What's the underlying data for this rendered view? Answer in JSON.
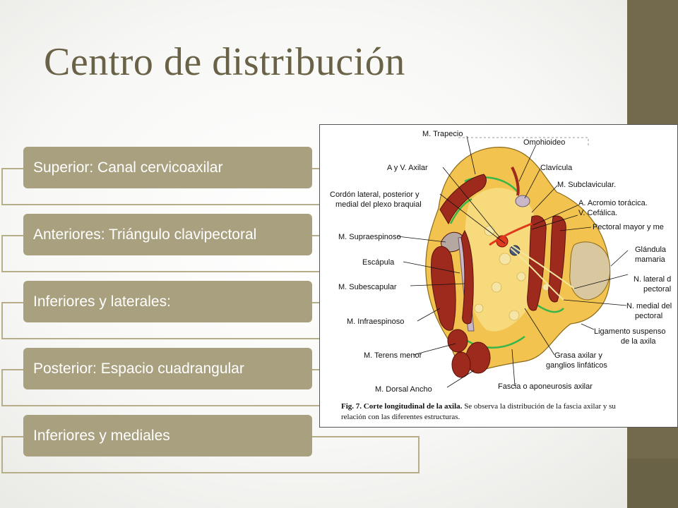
{
  "slide": {
    "title": "Centro de distribución",
    "accent_color": "#6a6246",
    "item_color": "#a8a07e"
  },
  "items": [
    {
      "label": "Superior: Canal cervicoaxilar"
    },
    {
      "label": "Anteriores: Triángulo clavipectoral"
    },
    {
      "label": "Inferiores y laterales:"
    },
    {
      "label": "Posterior: Espacio cuadrangular"
    },
    {
      "label": "Inferiores y mediales"
    }
  ],
  "figure": {
    "labels_left": [
      "A y V. Axilar",
      "Cordón lateral, posterior y",
      "medial del plexo braquial",
      "M. Supraespinoso",
      "Escápula",
      "M. Subescapular",
      "M. Infraespinoso",
      "M. Terens menor",
      "M. Dorsal Ancho"
    ],
    "labels_top": [
      "M. Trapecio",
      "Omohioideo",
      "Clavícula",
      "M. Subclavicular."
    ],
    "labels_right": [
      "A. Acromio torácica.",
      "V. Cefálica.",
      "Pectoral mayor y me",
      "Glándula",
      "mamaria",
      "N. lateral d",
      "pectoral",
      "N. medial del",
      "pectoral",
      "Ligamento suspenso",
      "de la axila",
      "Grasa axilar y",
      "ganglios linfáticos",
      "Fascia o aponeurosis axilar"
    ],
    "caption_bold": "Fig. 7. Corte longitudinal de la axila.",
    "caption_rest": " Se observa la distribución de la fascia axilar y su",
    "caption_line2": "relación con las diferentes estructuras."
  }
}
